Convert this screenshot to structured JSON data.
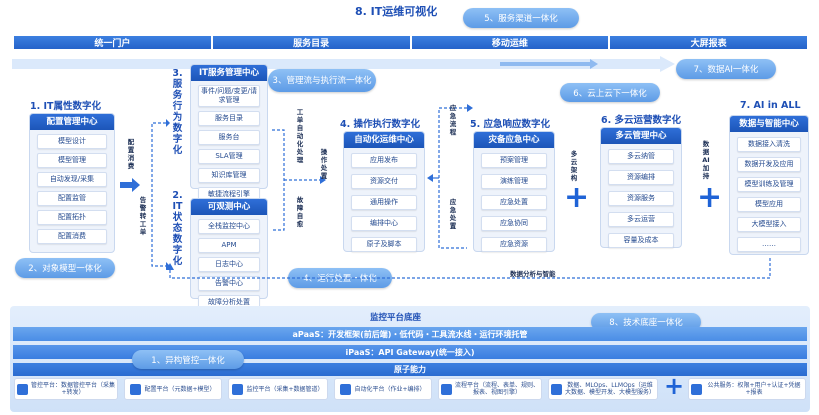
{
  "title": "8. IT运维可视化",
  "top_bar": [
    "统一门户",
    "服务目录",
    "移动运维",
    "大屏报表"
  ],
  "ovals": {
    "o5": "5、服务渠道一体化",
    "o3": "3、管理流与执行流一体化",
    "o7": "7、数据AI一体化",
    "o6": "6、云上云下一体化",
    "o2": "2、对象模型一体化",
    "o4": "4、运行处置一体化",
    "o8": "8、技术底座一体化",
    "o1": "1、异构管控一体化"
  },
  "sections": {
    "s1": {
      "title": "1. IT属性数字化",
      "head": "配置管理中心",
      "items": [
        "模型设计",
        "模型管理",
        "自动发现/采集",
        "配置监管",
        "配置拓扑",
        "配置消费"
      ]
    },
    "s3": {
      "num_title": "3. 服务行为数字化",
      "head": "IT服务管理中心",
      "items": [
        "事件/问题/变更/请求管理",
        "服务目录",
        "服务台",
        "SLA管理",
        "知识库管理",
        "敏捷流程引擎"
      ]
    },
    "s2": {
      "num_title": "2. IT状态数字化",
      "head": "可观测中心",
      "items": [
        "全栈监控中心",
        "APM",
        "日志中心",
        "告警中心",
        "故障分析处置"
      ]
    },
    "s4": {
      "title": "4. 操作执行数字化",
      "head": "自动化运维中心",
      "items": [
        "应用发布",
        "资源交付",
        "通用操作",
        "编排中心",
        "原子及脚本"
      ]
    },
    "s5": {
      "title": "5. 应急响应数字化",
      "head": "灾备应急中心",
      "items": [
        "预案管理",
        "演练管理",
        "应急处置",
        "应急协同",
        "应急资源"
      ]
    },
    "s6": {
      "title": "6. 多云运营数字化",
      "head": "多云管理中心",
      "items": [
        "多云纳管",
        "资源编排",
        "资源服务",
        "多云运营",
        "容量及成本"
      ]
    },
    "s7": {
      "title": "7. AI in ALL",
      "head": "数据与智能中心",
      "items": [
        "数据接入清洗",
        "数据开发及应用",
        "模型训练及管理",
        "模型应用",
        "大模型接入",
        "……"
      ]
    }
  },
  "labels": {
    "config_consume": "配置消费",
    "alert_work_order": "告警转工单",
    "ticket_auto": "工单自动化处理",
    "fault_self_heal": "故障自愈",
    "op_handle": "操作处置",
    "emergency_process": "应急流程",
    "emergency_handle": "应急处置",
    "multicloud_arch": "多云架构",
    "data_ai_boost": "数据AI加持",
    "data_analysis": "数据分析与智能"
  },
  "platform": {
    "title": "监控平台底座",
    "apaas": "aPaaS：开发框架(前后端)・低代码・工具流水线・运行环境托管",
    "ipaas": "iPaaS：API Gateway(统一接入)",
    "atomic": "原子能力",
    "capabilities": [
      "管控平台：数据管控平台（采集+转发）",
      "配置平台（元数据+模型）",
      "监控平台（采集+数据管道）",
      "自动化平台（作业+编排）",
      "流程平台（流程、表单、规则、报表、视图引擎）",
      "数据、MLOps、LLMOps（运维大数据、模型开发、大模型服务）",
      "公共服务：权限+用户+认证+凭据+报表"
    ]
  }
}
